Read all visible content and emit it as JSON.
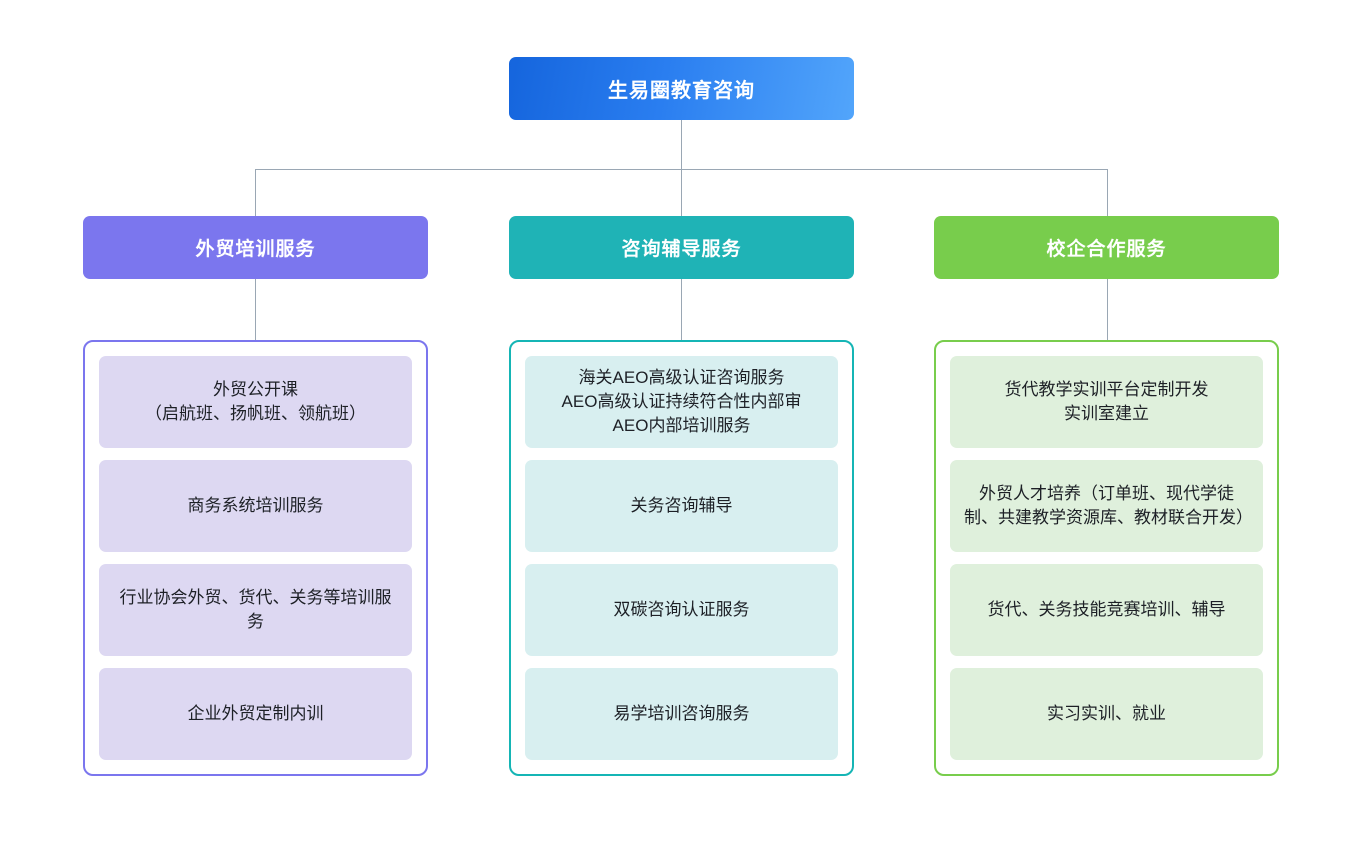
{
  "diagram": {
    "type": "organizational-tree",
    "root": {
      "label": "生易圈教育咨询",
      "color": "#2a7ef0"
    },
    "connector_color": "#9aa7b4",
    "branches": [
      {
        "id": "branch-a",
        "label": "外贸培训服务",
        "color": "#7b76ee",
        "item_color": "#ddd8f2",
        "items": [
          {
            "label": "外贸公开课\n（启航班、扬帆班、领航班）"
          },
          {
            "label": "商务系统培训服务"
          },
          {
            "label": "行业协会外贸、货代、关务等培训服务"
          },
          {
            "label": "企业外贸定制内训"
          }
        ]
      },
      {
        "id": "branch-b",
        "label": "咨询辅导服务",
        "color": "#1fb3b6",
        "item_color": "#d8eff0",
        "items": [
          {
            "label": "海关AEO高级认证咨询服务\nAEO高级认证持续符合性内部审\nAEO内部培训服务"
          },
          {
            "label": "关务咨询辅导"
          },
          {
            "label": "双碳咨询认证服务"
          },
          {
            "label": "易学培训咨询服务"
          }
        ]
      },
      {
        "id": "branch-c",
        "label": "校企合作服务",
        "color": "#78cd4c",
        "item_color": "#dff0dc",
        "items": [
          {
            "label": "货代教学实训平台定制开发\n实训室建立"
          },
          {
            "label": "外贸人才培养（订单班、现代学徒制、共建教学资源库、教材联合开发）"
          },
          {
            "label": "货代、关务技能竞赛培训、辅导"
          },
          {
            "label": "实习实训、就业"
          }
        ]
      }
    ]
  }
}
